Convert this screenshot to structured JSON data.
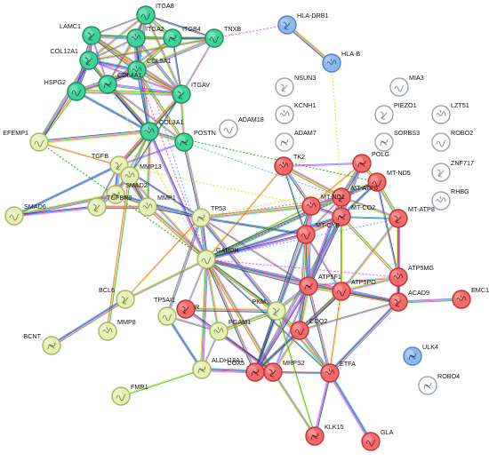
{
  "palette": {
    "teal": {
      "fill": "#3fd39a",
      "stroke": "#1f8f60",
      "glyph": "#0d5a3a"
    },
    "yellow": {
      "fill": "#e6efb6",
      "stroke": "#a7b663",
      "glyph": "#6d7a35"
    },
    "red": {
      "fill": "#f06b6b",
      "stroke": "#c03434",
      "glyph": "#7a1414"
    },
    "blue": {
      "fill": "#8fb8ec",
      "stroke": "#4f82c8",
      "glyph": "#204c88"
    },
    "white": {
      "fill": "#ffffff",
      "stroke": "#9aa3ad",
      "glyph": "#6c7884"
    }
  },
  "edge_colors": [
    "#ff33ff",
    "#33bbff",
    "#00aa00",
    "#222222",
    "#c8e800",
    "#3366ff",
    "#ff3333"
  ],
  "nodes": [
    {
      "id": "ITGA8",
      "color": "teal"
    },
    {
      "id": "LAMC1",
      "color": "teal"
    },
    {
      "id": "ITGA2",
      "color": "teal"
    },
    {
      "id": "ITGB4",
      "color": "teal"
    },
    {
      "id": "TNXB",
      "color": "teal"
    },
    {
      "id": "COL12A1",
      "color": "teal"
    },
    {
      "id": "COL5A1",
      "color": "teal"
    },
    {
      "id": "COL4A1",
      "color": "teal"
    },
    {
      "id": "HSPG2",
      "color": "teal"
    },
    {
      "id": "ITGAV",
      "color": "teal"
    },
    {
      "id": "COL3A1",
      "color": "teal"
    },
    {
      "id": "POSTN",
      "color": "teal"
    },
    {
      "id": "EFEMP1",
      "color": "yellow"
    },
    {
      "id": "TGFB",
      "color": "yellow"
    },
    {
      "id": "MMP13",
      "color": "yellow"
    },
    {
      "id": "SMAD2",
      "color": "yellow"
    },
    {
      "id": "SMAD6",
      "color": "yellow"
    },
    {
      "id": "TGFBR2",
      "color": "yellow"
    },
    {
      "id": "MMP1",
      "color": "yellow"
    },
    {
      "id": "TP53",
      "color": "yellow"
    },
    {
      "id": "GAPDH",
      "color": "yellow"
    },
    {
      "id": "BCL6",
      "color": "yellow"
    },
    {
      "id": "MMP8",
      "color": "yellow"
    },
    {
      "id": "BCNT",
      "color": "yellow"
    },
    {
      "id": "MTHFR",
      "color": "yellow"
    },
    {
      "id": "PKM",
      "color": "yellow"
    },
    {
      "id": "PGAM1",
      "color": "yellow"
    },
    {
      "id": "ALDH18A1",
      "color": "yellow"
    },
    {
      "id": "FMR1",
      "color": "yellow"
    },
    {
      "id": "TP5AI1",
      "color": "red"
    },
    {
      "id": "TK2",
      "color": "red"
    },
    {
      "id": "POLG",
      "color": "red"
    },
    {
      "id": "MT-ND5",
      "color": "red"
    },
    {
      "id": "MT-ATP6",
      "color": "red"
    },
    {
      "id": "MT-ND1",
      "color": "red"
    },
    {
      "id": "MT-CO2",
      "color": "red"
    },
    {
      "id": "MT-CYB",
      "color": "red"
    },
    {
      "id": "MT-ATP8",
      "color": "red"
    },
    {
      "id": "ATP5MG",
      "color": "red"
    },
    {
      "id": "ATP5F1",
      "color": "red"
    },
    {
      "id": "ATP5PO",
      "color": "red"
    },
    {
      "id": "ACAD9",
      "color": "red"
    },
    {
      "id": "EMC1",
      "color": "red"
    },
    {
      "id": "COX5",
      "color": "red"
    },
    {
      "id": "COQ2",
      "color": "red"
    },
    {
      "id": "MRPS2",
      "color": "red"
    },
    {
      "id": "ETFA",
      "color": "red"
    },
    {
      "id": "KLK15",
      "color": "red"
    },
    {
      "id": "GLA",
      "color": "red"
    },
    {
      "id": "HLA-DRB1",
      "color": "blue"
    },
    {
      "id": "HLA-B",
      "color": "blue"
    },
    {
      "id": "ULK4",
      "color": "blue"
    },
    {
      "id": "ADAM18",
      "color": "white"
    },
    {
      "id": "NSUN3",
      "color": "white"
    },
    {
      "id": "KCNH1",
      "color": "white"
    },
    {
      "id": "ADAM7",
      "color": "white"
    },
    {
      "id": "MIA3",
      "color": "white"
    },
    {
      "id": "PIEZO1",
      "color": "white"
    },
    {
      "id": "LZT51",
      "color": "white"
    },
    {
      "id": "SORBS3",
      "color": "white"
    },
    {
      "id": "ROBO2",
      "color": "white"
    },
    {
      "id": "ZNF717",
      "color": "white"
    },
    {
      "id": "RHBG",
      "color": "white"
    },
    {
      "id": "ROBO4",
      "color": "white"
    }
  ],
  "labels": {
    "ITGA8": "ITGA8",
    "LAMC1": "LAMC1",
    "ITGA2": "ITGA2",
    "ITGB4": "ITGB4",
    "TNXB": "TNXB",
    "COL12A1": "COL12A1",
    "COL5A1": "COL5A1",
    "COL4A1": "COL4A1",
    "HSPG2": "HSPG2",
    "ITGAV": "ITGAV",
    "COL3A1": "COL3A1",
    "POSTN": "POSTN",
    "EFEMP1": "EFEMP1",
    "TGFB": "TGFB",
    "MMP13": "MMP13",
    "SMAD2": "SMAD2",
    "SMAD6": "SMAD6",
    "TGFBR2": "TGFBR2",
    "MMP1": "MMP1",
    "TP53": "TP53",
    "GAPDH": "GAPDH",
    "BCL6": "BCL6",
    "MMP8": "MMP8",
    "BCNT": "BCNT",
    "MTHFR": "MTHFR",
    "PKM": "PKM",
    "PGAM1": "PGAM1",
    "ALDH18A1": "ALDH18A1",
    "FMR1": "FMR1",
    "TP5AI1": "TP5AI1",
    "TK2": "TK2",
    "POLG": "POLG",
    "MT-ND5": "MT-ND5",
    "MT-ATP6": "MT-ATP6",
    "MT-ND1": "MT-ND1",
    "MT-CO2": "MT-CO2",
    "MT-CYB": "MT-CYB",
    "MT-ATP8": "MT-ATP8",
    "ATP5MG": "ATP5MG",
    "ATP5F1": "ATP5F1",
    "ATP5PO": "ATP5PO",
    "ACAD9": "ACAD9",
    "EMC1": "EMC1",
    "COX5": "COX5",
    "COQ2": "COQ2",
    "MRPS2": "MRPS2",
    "ETFA": "ETFA",
    "KLK15": "KLK15",
    "GLA": "GLA",
    "HLA-DRB1": "HLA-DRB1",
    "HLA-B": "HLA-B",
    "ULK4": "ULK4",
    "ADAM18": "ADAM18",
    "NSUN3": "NSUN3",
    "KCNH1": "KCNH1",
    "ADAM7": "ADAM7",
    "MIA3": "MIA3",
    "PIEZO1": "PIEZO1",
    "LZT51": "LZT51",
    "SORBS3": "SORBS3",
    "ROBO2": "ROBO2",
    "ZNF717": "ZNF717",
    "RHBG": "RHBG",
    "ROBO4": "ROBO4"
  },
  "edges": [
    [
      "ITGA8",
      "LAMC1"
    ],
    [
      "ITGA8",
      "ITGA2"
    ],
    [
      "ITGA8",
      "ITGB4"
    ],
    [
      "ITGA8",
      "TNXB"
    ],
    [
      "ITGA8",
      "COL12A1"
    ],
    [
      "ITGA8",
      "COL5A1"
    ],
    [
      "ITGA8",
      "COL4A1"
    ],
    [
      "ITGA8",
      "ITGAV"
    ],
    [
      "LAMC1",
      "ITGA2"
    ],
    [
      "LAMC1",
      "ITGB4"
    ],
    [
      "LAMC1",
      "COL12A1"
    ],
    [
      "LAMC1",
      "COL5A1"
    ],
    [
      "LAMC1",
      "COL4A1"
    ],
    [
      "LAMC1",
      "HSPG2"
    ],
    [
      "LAMC1",
      "ITGAV"
    ],
    [
      "ITGA2",
      "ITGB4"
    ],
    [
      "ITGA2",
      "TNXB"
    ],
    [
      "ITGA2",
      "COL5A1"
    ],
    [
      "ITGA2",
      "COL4A1"
    ],
    [
      "ITGA2",
      "ITGAV"
    ],
    [
      "ITGA2",
      "COL3A1"
    ],
    [
      "ITGA2",
      "COL12A1"
    ],
    [
      "ITGB4",
      "TNXB"
    ],
    [
      "ITGB4",
      "COL5A1"
    ],
    [
      "ITGB4",
      "ITGAV"
    ],
    [
      "ITGB4",
      "COL4A1"
    ],
    [
      "TNXB",
      "COL5A1"
    ],
    [
      "TNXB",
      "ITGAV"
    ],
    [
      "TNXB",
      "COL12A1"
    ],
    [
      "COL12A1",
      "COL5A1"
    ],
    [
      "COL12A1",
      "COL4A1"
    ],
    [
      "COL12A1",
      "HSPG2"
    ],
    [
      "COL12A1",
      "COL3A1"
    ],
    [
      "COL12A1",
      "ITGAV"
    ],
    [
      "COL5A1",
      "COL4A1"
    ],
    [
      "COL5A1",
      "ITGAV"
    ],
    [
      "COL5A1",
      "COL3A1"
    ],
    [
      "COL5A1",
      "POSTN"
    ],
    [
      "COL5A1",
      "HSPG2"
    ],
    [
      "COL4A1",
      "HSPG2"
    ],
    [
      "COL4A1",
      "ITGAV"
    ],
    [
      "COL4A1",
      "COL3A1"
    ],
    [
      "COL4A1",
      "POSTN"
    ],
    [
      "HSPG2",
      "COL3A1"
    ],
    [
      "HSPG2",
      "ITGAV"
    ],
    [
      "ITGAV",
      "COL3A1"
    ],
    [
      "ITGAV",
      "POSTN"
    ],
    [
      "COL3A1",
      "POSTN"
    ],
    [
      "COL3A1",
      "MMP13"
    ],
    [
      "COL3A1",
      "MMP1"
    ],
    [
      "COL3A1",
      "TGFB"
    ],
    [
      "COL3A1",
      "SMAD2"
    ],
    [
      "COL3A1",
      "GAPDH"
    ],
    [
      "COL3A1",
      "EFEMP1"
    ],
    [
      "POSTN",
      "TGFB"
    ],
    [
      "POSTN",
      "TP53"
    ],
    [
      "ITGAV",
      "TGFB"
    ],
    [
      "ITGAV",
      "MMP13"
    ],
    [
      "HSPG2",
      "EFEMP1"
    ],
    [
      "COL12A1",
      "EFEMP1"
    ],
    [
      "EFEMP1",
      "TGFB"
    ],
    [
      "TGFB",
      "MMP13"
    ],
    [
      "TGFB",
      "SMAD2"
    ],
    [
      "TGFB",
      "TGFBR2"
    ],
    [
      "TGFB",
      "SMAD6"
    ],
    [
      "TGFB",
      "MMP1"
    ],
    [
      "TGFB",
      "TP53"
    ],
    [
      "TGFB",
      "GAPDH"
    ],
    [
      "SMAD2",
      "SMAD6"
    ],
    [
      "SMAD2",
      "TGFBR2"
    ],
    [
      "SMAD2",
      "MMP13"
    ],
    [
      "SMAD2",
      "TP53"
    ],
    [
      "SMAD2",
      "MMP1"
    ],
    [
      "SMAD6",
      "TGFBR2"
    ],
    [
      "TGFBR2",
      "MMP1"
    ],
    [
      "TGFBR2",
      "MMP13"
    ],
    [
      "MMP13",
      "MMP1"
    ],
    [
      "MMP1",
      "GAPDH"
    ],
    [
      "MMP1",
      "TP53"
    ],
    [
      "MMP13",
      "MMP8"
    ],
    [
      "TP53",
      "GAPDH"
    ],
    [
      "TP53",
      "BCL6"
    ],
    [
      "TP53",
      "MTHFR"
    ],
    [
      "TP53",
      "PKM"
    ],
    [
      "TP53",
      "ATP5F1"
    ],
    [
      "TP53",
      "MT-CYB"
    ],
    [
      "TP53",
      "MT-ND1"
    ],
    [
      "GAPDH",
      "PKM"
    ],
    [
      "GAPDH",
      "PGAM1"
    ],
    [
      "GAPDH",
      "ALDH18A1"
    ],
    [
      "GAPDH",
      "TP5AI1"
    ],
    [
      "GAPDH",
      "BCL6"
    ],
    [
      "GAPDH",
      "MT-CO2"
    ],
    [
      "GAPDH",
      "MT-ND1"
    ],
    [
      "GAPDH",
      "MT-CYB"
    ],
    [
      "GAPDH",
      "ATP5F1"
    ],
    [
      "GAPDH",
      "ATP5PO"
    ],
    [
      "GAPDH",
      "COX5"
    ],
    [
      "GAPDH",
      "MRPS2"
    ],
    [
      "GAPDH",
      "ETFA"
    ],
    [
      "GAPDH",
      "COQ2"
    ],
    [
      "GAPDH",
      "MT-ATP6"
    ],
    [
      "GAPDH",
      "TK2"
    ],
    [
      "GAPDH",
      "ACAD9"
    ],
    [
      "BCL6",
      "BCNT"
    ],
    [
      "MTHFR",
      "PGAM1"
    ],
    [
      "MTHFR",
      "ALDH18A1"
    ],
    [
      "PKM",
      "PGAM1"
    ],
    [
      "PKM",
      "COX5"
    ],
    [
      "PKM",
      "ETFA"
    ],
    [
      "PKM",
      "ATP5F1"
    ],
    [
      "PGAM1",
      "ALDH18A1"
    ],
    [
      "PGAM1",
      "MRPS2"
    ],
    [
      "ALDH18A1",
      "MRPS2"
    ],
    [
      "ALDH18A1",
      "FMR1"
    ],
    [
      "TP5AI1",
      "MRPS2"
    ],
    [
      "TP5AI1",
      "PKM"
    ],
    [
      "TK2",
      "POLG"
    ],
    [
      "TK2",
      "MT-ND1"
    ],
    [
      "TK2",
      "MT-ATP6"
    ],
    [
      "TK2",
      "MT-CYB"
    ],
    [
      "POLG",
      "MT-ND5"
    ],
    [
      "POLG",
      "MT-ATP6"
    ],
    [
      "POLG",
      "MT-ND1"
    ],
    [
      "POLG",
      "MT-CO2"
    ],
    [
      "MT-ND5",
      "MT-ATP6"
    ],
    [
      "MT-ND5",
      "MT-ND1"
    ],
    [
      "MT-ND5",
      "MT-CO2"
    ],
    [
      "MT-ND5",
      "MT-ATP8"
    ],
    [
      "MT-ND5",
      "ATP5MG"
    ],
    [
      "MT-ATP6",
      "MT-ND1"
    ],
    [
      "MT-ATP6",
      "MT-CO2"
    ],
    [
      "MT-ATP6",
      "MT-CYB"
    ],
    [
      "MT-ATP6",
      "MT-ATP8"
    ],
    [
      "MT-ATP6",
      "ATP5F1"
    ],
    [
      "MT-ATP6",
      "ATP5PO"
    ],
    [
      "MT-ND1",
      "MT-CO2"
    ],
    [
      "MT-ND1",
      "MT-CYB"
    ],
    [
      "MT-ND1",
      "ATP5F1"
    ],
    [
      "MT-ND1",
      "COX5"
    ],
    [
      "MT-CO2",
      "MT-CYB"
    ],
    [
      "MT-CO2",
      "MT-ATP8"
    ],
    [
      "MT-CO2",
      "ATP5MG"
    ],
    [
      "MT-CO2",
      "ATP5F1"
    ],
    [
      "MT-CO2",
      "ATP5PO"
    ],
    [
      "MT-CO2",
      "COX5"
    ],
    [
      "MT-CYB",
      "ATP5F1"
    ],
    [
      "MT-CYB",
      "ATP5PO"
    ],
    [
      "MT-CYB",
      "COX5"
    ],
    [
      "MT-CYB",
      "COQ2"
    ],
    [
      "MT-ATP8",
      "ATP5MG"
    ],
    [
      "MT-ATP8",
      "ATP5PO"
    ],
    [
      "MT-ATP8",
      "ACAD9"
    ],
    [
      "ATP5MG",
      "ATP5F1"
    ],
    [
      "ATP5MG",
      "ATP5PO"
    ],
    [
      "ATP5MG",
      "ACAD9"
    ],
    [
      "ATP5F1",
      "ATP5PO"
    ],
    [
      "ATP5F1",
      "COX5"
    ],
    [
      "ATP5F1",
      "COQ2"
    ],
    [
      "ATP5F1",
      "MRPS2"
    ],
    [
      "ATP5F1",
      "ETFA"
    ],
    [
      "ATP5F1",
      "ACAD9"
    ],
    [
      "ATP5PO",
      "ACAD9"
    ],
    [
      "ATP5PO",
      "COX5"
    ],
    [
      "ATP5PO",
      "COQ2"
    ],
    [
      "ATP5PO",
      "ETFA"
    ],
    [
      "ACAD9",
      "EMC1"
    ],
    [
      "ACAD9",
      "ETFA"
    ],
    [
      "ACAD9",
      "COQ2"
    ],
    [
      "COX5",
      "COQ2"
    ],
    [
      "COX5",
      "MRPS2"
    ],
    [
      "COX5",
      "ETFA"
    ],
    [
      "COQ2",
      "MRPS2"
    ],
    [
      "COQ2",
      "ETFA"
    ],
    [
      "MRPS2",
      "ETFA"
    ],
    [
      "MRPS2",
      "KLK15"
    ],
    [
      "ETFA",
      "GLA"
    ],
    [
      "PKM",
      "KLK15"
    ],
    [
      "ETFA",
      "KLK15"
    ],
    [
      "HLA-DRB1",
      "HLA-B"
    ]
  ],
  "dashed_edges": [
    [
      "TNXB",
      "HLA-DRB1"
    ],
    [
      "HLA-B",
      "MT-ATP6"
    ],
    [
      "COL3A1",
      "MT-ND5"
    ],
    [
      "POSTN",
      "MT-ATP6"
    ],
    [
      "COL5A1",
      "GAPDH"
    ],
    [
      "COL4A1",
      "GAPDH"
    ],
    [
      "EFEMP1",
      "GAPDH"
    ],
    [
      "ITGA2",
      "GAPDH"
    ],
    [
      "TP53",
      "MT-ATP6"
    ],
    [
      "TP53",
      "MT-ND5"
    ],
    [
      "GAPDH",
      "MT-ND5"
    ],
    [
      "GAPDH",
      "MT-ATP8"
    ],
    [
      "GAPDH",
      "ATP5MG"
    ],
    [
      "TGFB",
      "MT-ND1"
    ]
  ]
}
